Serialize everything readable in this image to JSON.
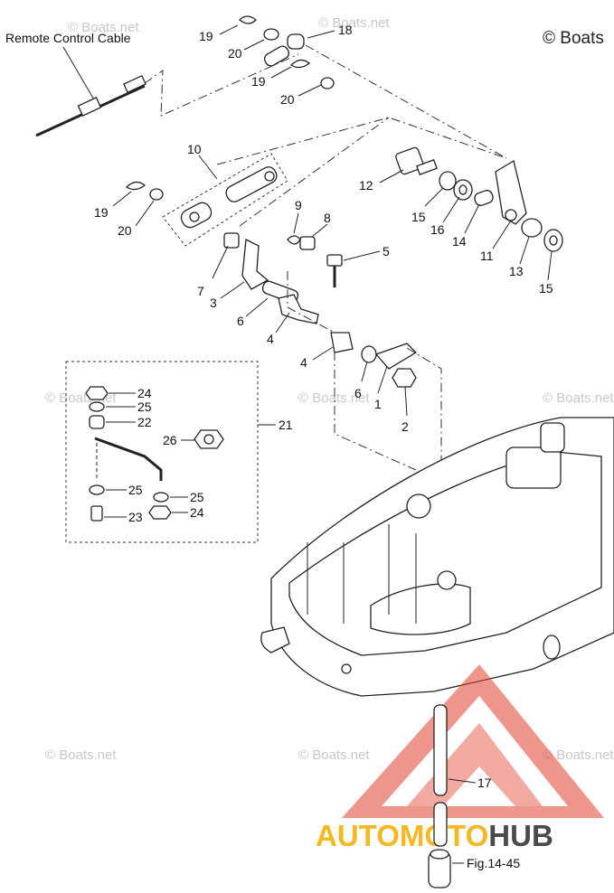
{
  "watermark": {
    "text": "© Boats.net",
    "corner_text": "© Boats"
  },
  "callouts": {
    "remote_cable": "Remote Control Cable",
    "fig_ref": "Fig.14-45"
  },
  "labels": {
    "p1": "1",
    "p2": "2",
    "p3": "3",
    "p4a": "4",
    "p4b": "4",
    "p5": "5",
    "p6a": "6",
    "p6b": "6",
    "p7": "7",
    "p8": "8",
    "p9": "9",
    "p10": "10",
    "p11": "11",
    "p12": "12",
    "p13": "13",
    "p14": "14",
    "p15a": "15",
    "p15b": "15",
    "p16": "16",
    "p17": "17",
    "p18": "18",
    "p19a": "19",
    "p19b": "19",
    "p19c": "19",
    "p20a": "20",
    "p20b": "20",
    "p20c": "20",
    "p21": "21",
    "p22": "22",
    "p23": "23",
    "p24a": "24",
    "p24b": "24",
    "p25a": "25",
    "p25b": "25",
    "p25c": "25",
    "p26": "26"
  },
  "logo": {
    "part1": "AUTOMOTO",
    "part2": "HUB",
    "colors": {
      "triangle": "#e0402e",
      "auto": "#f5b820",
      "hub": "#4a4a4a"
    }
  }
}
